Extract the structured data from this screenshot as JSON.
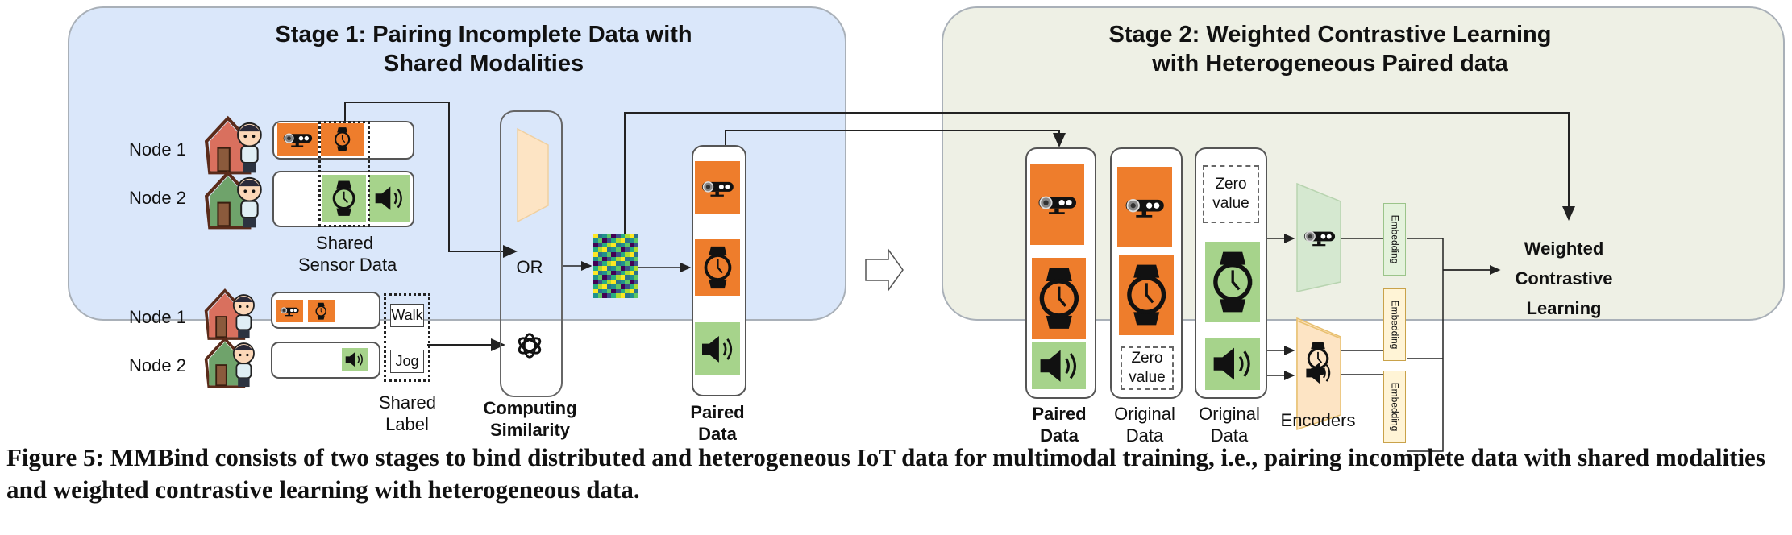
{
  "stage1": {
    "title_line1": "Stage 1: Pairing Incomplete Data with",
    "title_line2": "Shared Modalities",
    "nodes_sensor": [
      "Node 1",
      "Node 2"
    ],
    "shared_sensor_line1": "Shared",
    "shared_sensor_line2": "Sensor Data",
    "nodes_label": [
      "Node 1",
      "Node 2"
    ],
    "labels": [
      "Walk",
      "Jog"
    ],
    "shared_label_line1": "Shared",
    "shared_label_line2": "Label",
    "or_text": "OR",
    "computing_line1": "Computing",
    "computing_line2": "Similarity",
    "paired_line1": "Paired",
    "paired_line2": "Data"
  },
  "stage2": {
    "title_line1": "Stage 2: Weighted Contrastive Learning",
    "title_line2": "with Heterogeneous Paired data",
    "paired_line1": "Paired",
    "paired_line2": "Data",
    "original1_line1": "Original",
    "original1_line2": "Data",
    "original2_line1": "Original",
    "original2_line2": "Data",
    "zero_line1": "Zero",
    "zero_line2": "value",
    "encoders": "Encoders",
    "embedding": "Embedding",
    "wcl_line1": "Weighted",
    "wcl_line2": "Contrastive",
    "wcl_line3": "Learning"
  },
  "caption": "Figure 5: MMBind consists of two stages to bind distributed and heterogeneous IoT data for multimodal training, i.e., pairing incomplete data with shared modalities and weighted contrastive learning with heterogeneous data.",
  "colors": {
    "stage1_bg": "#dae7fa",
    "stage2_bg": "#eef0e5",
    "orange": "#ee7d2c",
    "green": "#a6d38b",
    "encoder_peach": "#fde4c4",
    "encoder_green": "#d5e8d0"
  }
}
